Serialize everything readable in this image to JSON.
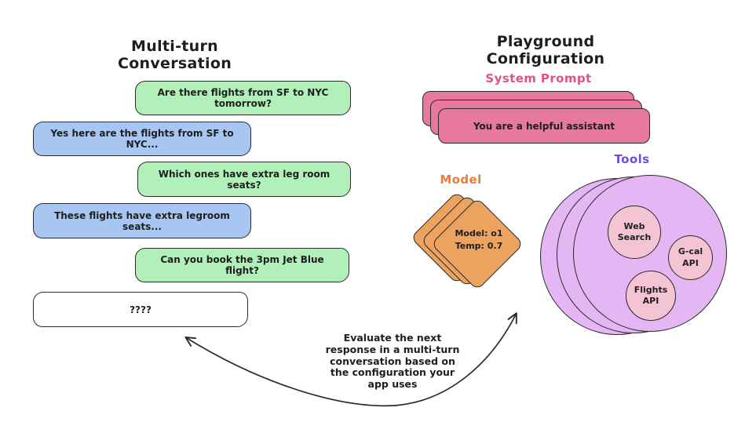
{
  "canvas": {
    "background": "#ffffff",
    "stroke_color": "#2b2b2b"
  },
  "left_panel": {
    "title": "Multi-turn Conversation",
    "bubbles": [
      {
        "role": "user",
        "text": "Are there  flights from SF to NYC tomorrow?",
        "fill": "#b2f0ba"
      },
      {
        "role": "assistant",
        "text": "Yes here are the flights from SF to NYC...",
        "fill": "#a7c7f2"
      },
      {
        "role": "user",
        "text": "Which ones have extra leg room seats?",
        "fill": "#b2f0ba"
      },
      {
        "role": "assistant",
        "text": "These flights have extra legroom seats...",
        "fill": "#a7c7f2"
      },
      {
        "role": "user",
        "text": "Can you book the 3pm Jet Blue flight?",
        "fill": "#b2f0ba"
      },
      {
        "role": "next-response-placeholder",
        "text": "????",
        "fill": "#ffffff"
      }
    ]
  },
  "right_panel": {
    "title": "Playground Configuration",
    "system_prompt": {
      "label": "System Prompt",
      "label_color": "#e0557e",
      "card_text": "You are a helpful assistant",
      "card_fill": "#e8799e",
      "stacked_cards": 3
    },
    "model": {
      "label": "Model",
      "label_color": "#e87d3a",
      "card_line1": "Model: o1",
      "card_line2": "Temp:  0.7",
      "card_fill": "#eba35f",
      "stacked_cards": 3
    },
    "tools": {
      "label": "Tools",
      "label_color": "#6d4ce0",
      "circle_fill": "#e4b6f4",
      "tool_fill": "#f5c4d2",
      "stacked_circles": 3,
      "items": [
        {
          "name": "Web Search"
        },
        {
          "name": "G-cal API"
        },
        {
          "name": "Flights API"
        }
      ]
    }
  },
  "annotation": {
    "lines": [
      "Evaluate the next",
      "response in a multi-turn",
      "conversation based on",
      "the configuration your",
      "app uses"
    ]
  }
}
